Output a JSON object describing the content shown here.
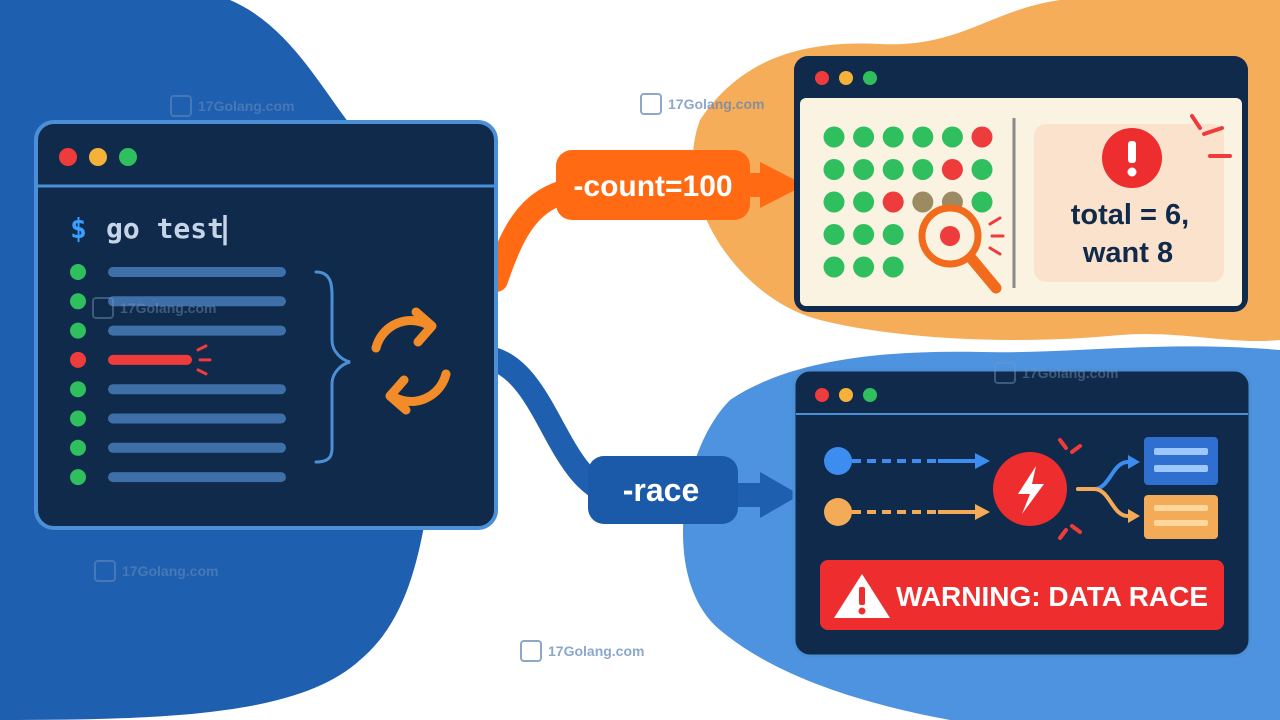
{
  "terminal": {
    "prompt": "$",
    "command": "go test",
    "cursor": "|",
    "result_rows": [
      "pass",
      "pass",
      "pass",
      "fail",
      "pass",
      "pass",
      "pass",
      "pass"
    ]
  },
  "flags": {
    "count": "-count=100",
    "race": "-race"
  },
  "count_panel": {
    "grid_rows": [
      [
        "pass",
        "pass",
        "pass",
        "pass",
        "pass",
        "fail"
      ],
      [
        "pass",
        "pass",
        "pass",
        "pass",
        "fail",
        "pass"
      ],
      [
        "pass",
        "pass",
        "fail",
        "dim",
        "dim",
        "pass"
      ],
      [
        "pass",
        "pass",
        "pass",
        "",
        "",
        ""
      ],
      [
        "pass",
        "pass",
        "pass",
        "",
        "",
        ""
      ]
    ],
    "error_line1": "total = 6,",
    "error_line2": "want 8"
  },
  "race_panel": {
    "warning": "WARNING: DATA RACE"
  },
  "watermark": "17Golang.com",
  "colors": {
    "navy": "#0f2a4a",
    "blue": "#1f5fb0",
    "orange": "#ff6a13",
    "amber": "#f4ab57",
    "green": "#2fbf5f",
    "red": "#ee3b3b",
    "yellow": "#f4b23a",
    "cream": "#fbf3e1"
  }
}
